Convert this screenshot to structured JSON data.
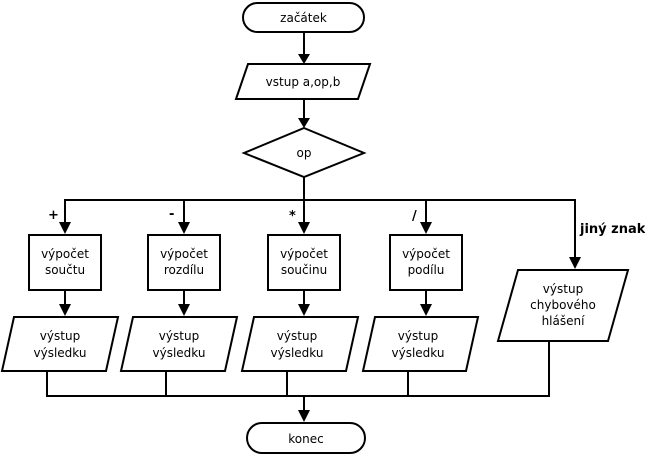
{
  "nodes": {
    "start": "začátek",
    "input": "vstup a,op,b",
    "decision": "op",
    "calc_sum": [
      "výpočet",
      "součtu"
    ],
    "calc_diff": [
      "výpočet",
      "rozdílu"
    ],
    "calc_prod": [
      "výpočet",
      "součinu"
    ],
    "calc_quot": [
      "výpočet",
      "podílu"
    ],
    "output_result": [
      "výstup",
      "výsledku"
    ],
    "output_error": [
      "výstup",
      "chybového",
      "hlášení"
    ],
    "end": "konec"
  },
  "branches": {
    "plus": "+",
    "minus": "-",
    "times": "*",
    "divide": "/",
    "other": "jiný znak"
  }
}
